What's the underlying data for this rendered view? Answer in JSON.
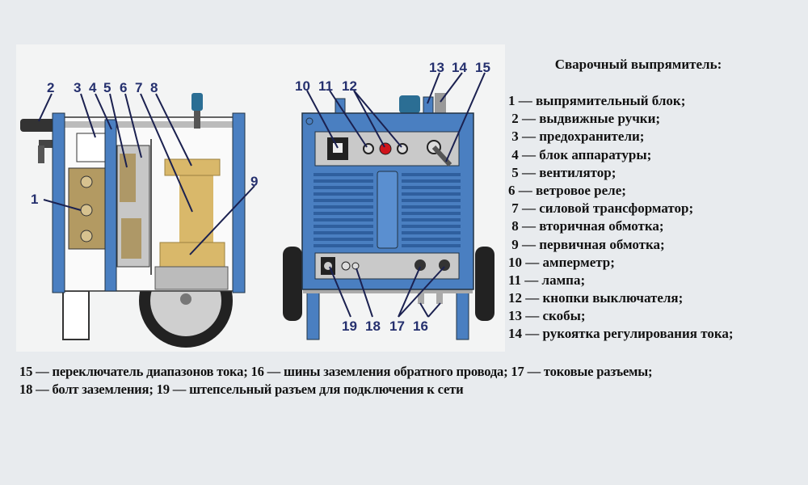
{
  "title": "Сварочный выпрямитель:",
  "legend": [
    "1 — выпрямительный блок;",
    " 2 — выдвижные ручки;",
    " 3 — предохранители;",
    " 4 — блок аппаратуры;",
    " 5 — вентилятор;",
    "6 — ветровое реле;",
    " 7 — силовой трансформатор;",
    " 8 — вторичная обмотка;",
    " 9 — первичная обмотка;",
    "10 — амперметр;",
    "11 — лампа;",
    "12 — кнопки выключателя;",
    "13 — скобы;",
    "14 — рукоятка регулирования тока;"
  ],
  "caption_lines": [
    "15 — переключатель диапазонов тока; 16 — шины заземления обратного провода; 17 — токовые разъемы;",
    "18 — болт заземления; 19 — штепсельный разъем для подключения к сети"
  ],
  "labels": {
    "n1": "1",
    "n2": "2",
    "n3": "3",
    "n4": "4",
    "n5": "5",
    "n6": "6",
    "n7": "7",
    "n8": "8",
    "n9": "9",
    "n10": "10",
    "n11": "11",
    "n12": "12",
    "n13": "13",
    "n14": "14",
    "n15": "15",
    "n16": "16",
    "n17": "17",
    "n18": "18",
    "n19": "19"
  },
  "colors": {
    "frame": "#4a7fc1",
    "panel": "#c9c9c9",
    "coil": "#d9b86a",
    "lamp": "#d0141c",
    "label": "#25306e"
  }
}
